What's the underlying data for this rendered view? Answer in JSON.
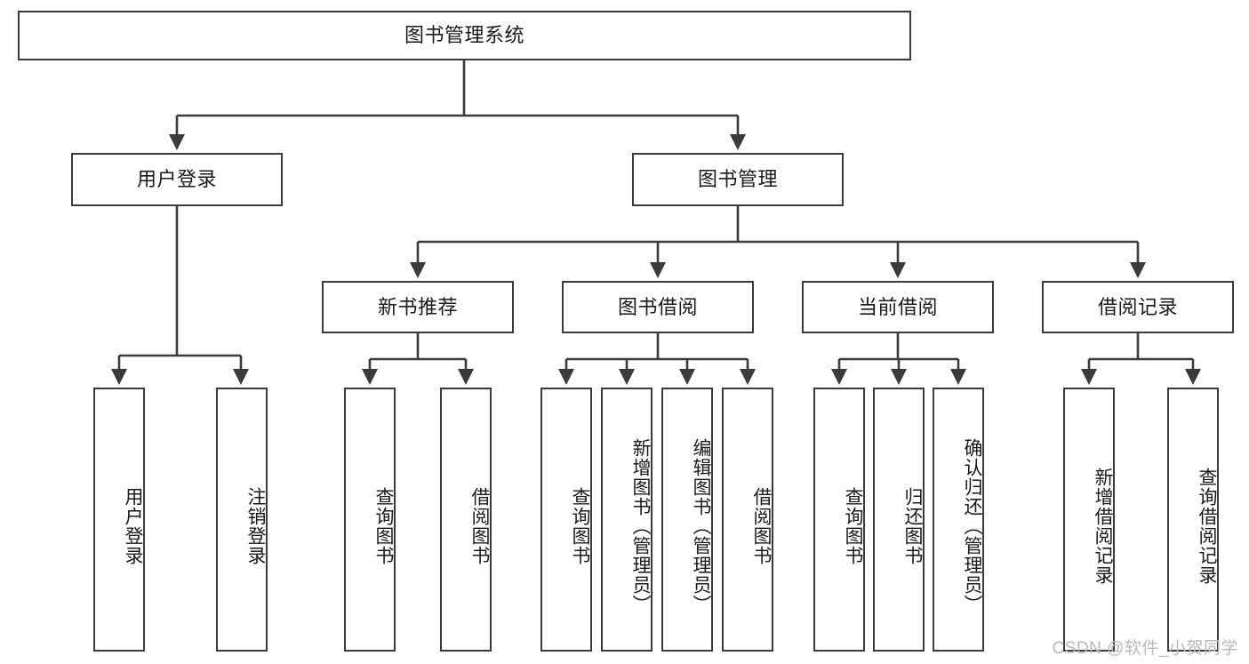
{
  "diagram": {
    "type": "tree-hierarchy-chart",
    "title_node": {
      "id": "root",
      "label": "图书管理系统"
    },
    "levels": [
      {
        "level": 1,
        "nodes": [
          {
            "id": "root",
            "label": "图书管理系统",
            "orientation": "horizontal"
          }
        ]
      },
      {
        "level": 2,
        "nodes": [
          {
            "id": "login",
            "label": "用户登录",
            "orientation": "horizontal",
            "parent": "root"
          },
          {
            "id": "bookmgmt",
            "label": "图书管理",
            "orientation": "horizontal",
            "parent": "root"
          }
        ]
      },
      {
        "level": 3,
        "nodes": [
          {
            "id": "newbook",
            "label": "新书推荐",
            "orientation": "horizontal",
            "parent": "bookmgmt"
          },
          {
            "id": "borrow",
            "label": "图书借阅",
            "orientation": "horizontal",
            "parent": "bookmgmt"
          },
          {
            "id": "current",
            "label": "当前借阅",
            "orientation": "horizontal",
            "parent": "bookmgmt"
          },
          {
            "id": "records",
            "label": "借阅记录",
            "orientation": "horizontal",
            "parent": "bookmgmt"
          }
        ]
      },
      {
        "level": 4,
        "nodes": [
          {
            "id": "leaf-login-1",
            "label": "用户登录",
            "orientation": "vertical",
            "parent": "login"
          },
          {
            "id": "leaf-login-2",
            "label": "注销登录",
            "orientation": "vertical",
            "parent": "login"
          },
          {
            "id": "leaf-newbook-1",
            "label": "查询图书",
            "orientation": "vertical",
            "parent": "newbook"
          },
          {
            "id": "leaf-newbook-2",
            "label": "借阅图书",
            "orientation": "vertical",
            "parent": "newbook"
          },
          {
            "id": "leaf-borrow-1",
            "label": "查询图书",
            "orientation": "vertical",
            "parent": "borrow"
          },
          {
            "id": "leaf-borrow-2",
            "label": "新增图书（管理员）",
            "orientation": "vertical",
            "parent": "borrow"
          },
          {
            "id": "leaf-borrow-3",
            "label": "编辑图书（管理员）",
            "orientation": "vertical",
            "parent": "borrow"
          },
          {
            "id": "leaf-borrow-4",
            "label": "借阅图书",
            "orientation": "vertical",
            "parent": "borrow"
          },
          {
            "id": "leaf-current-1",
            "label": "查询图书",
            "orientation": "vertical",
            "parent": "current"
          },
          {
            "id": "leaf-current-2",
            "label": "归还图书",
            "orientation": "vertical",
            "parent": "current"
          },
          {
            "id": "leaf-current-3",
            "label": "确认归还（管理员）",
            "orientation": "vertical",
            "parent": "current"
          },
          {
            "id": "leaf-records-1",
            "label": "新增借阅记录",
            "orientation": "vertical",
            "parent": "records"
          },
          {
            "id": "leaf-records-2",
            "label": "查询借阅记录",
            "orientation": "vertical",
            "parent": "records"
          }
        ]
      }
    ],
    "colors": {
      "box_border": "#3b3b3b",
      "box_fill": "#ffffff",
      "connector": "#3b3b3b",
      "text": "#1a1a1a",
      "watermark": "#b9b9b9"
    }
  },
  "watermark": {
    "text": "CSDN @软件_小贺同学"
  }
}
